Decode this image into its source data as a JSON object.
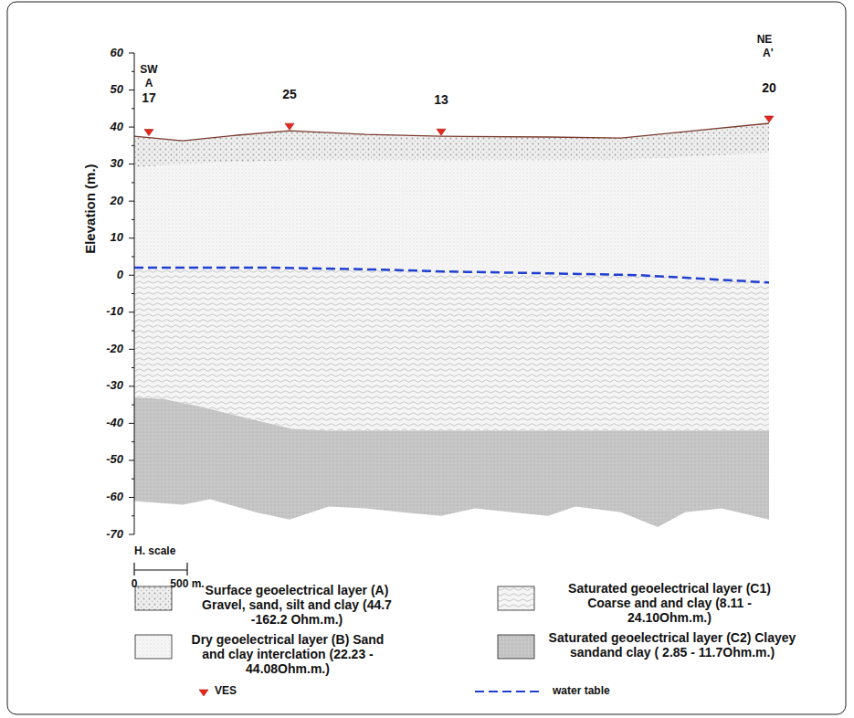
{
  "diagram": {
    "labels": [
      "60",
      "50",
      "40",
      "30",
      "20",
      "10",
      "0",
      "-10",
      "-20",
      "-30",
      "-40",
      "-50",
      "-60",
      "-70",
      "Elevation (m.)",
      "SW",
      "A",
      "NE",
      "A'",
      "17",
      "25",
      "13",
      "20",
      "H. scale",
      "0",
      "500 m."
    ],
    "legend": [
      {
        "text": "Surface geoelectrical layer (A) Gravel, sand, silt and clay (44.7 -162.2 Ohm.m.)"
      },
      {
        "text": "Dry geoelectrical layer (B) Sand and clay interclation (22.23 - 44.08Ohm.m.)"
      },
      {
        "text": "Saturated geoelectrical layer (C1) Coarse and and clay (8.11 - 24.10Ohm.m.)"
      },
      {
        "text": "Saturated geoelectrical layer (C2) Clayey sandand clay ( 2.85 - 11.7Ohm.m.)"
      },
      {
        "text": "VES"
      },
      {
        "text": "water table"
      }
    ]
  }
}
